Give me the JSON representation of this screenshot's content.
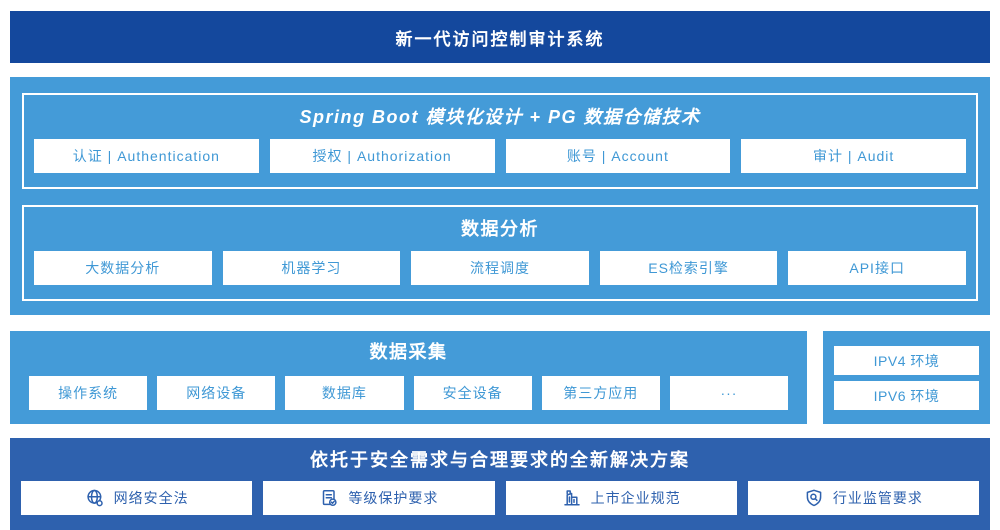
{
  "banner": {
    "title": "新一代访问控制审计系统"
  },
  "platform": {
    "modules_panel": {
      "title": "Spring Boot 模块化设计 + PG 数据仓储技术",
      "items": [
        "认证 | Authentication",
        "授权 | Authorization",
        "账号 | Account",
        "审计 | Audit"
      ]
    },
    "analysis_panel": {
      "title": "数据分析",
      "items": [
        "大数据分析",
        "机器学习",
        "流程调度",
        "ES检索引擎",
        "API接口"
      ]
    }
  },
  "collection": {
    "title": "数据采集",
    "items": [
      "操作系统",
      "网络设备",
      "数据库",
      "安全设备",
      "第三方应用",
      "···"
    ]
  },
  "network_env": {
    "items": [
      "IPV4 环境",
      "IPV6 环境"
    ]
  },
  "solution": {
    "title": "依托于安全需求与合理要求的全新解决方案",
    "items": [
      {
        "icon": "globe-icon",
        "label": "网络安全法"
      },
      {
        "icon": "document-check-icon",
        "label": "等级保护要求"
      },
      {
        "icon": "building-icon",
        "label": "上市企业规范"
      },
      {
        "icon": "shield-search-icon",
        "label": "行业监管要求"
      }
    ]
  },
  "colors": {
    "navy": "#14489D",
    "primary_blue": "#449BD8",
    "deep_blue": "#2E61AE",
    "box_text_blue": "#3F98D5",
    "white": "#FFFFFF"
  }
}
